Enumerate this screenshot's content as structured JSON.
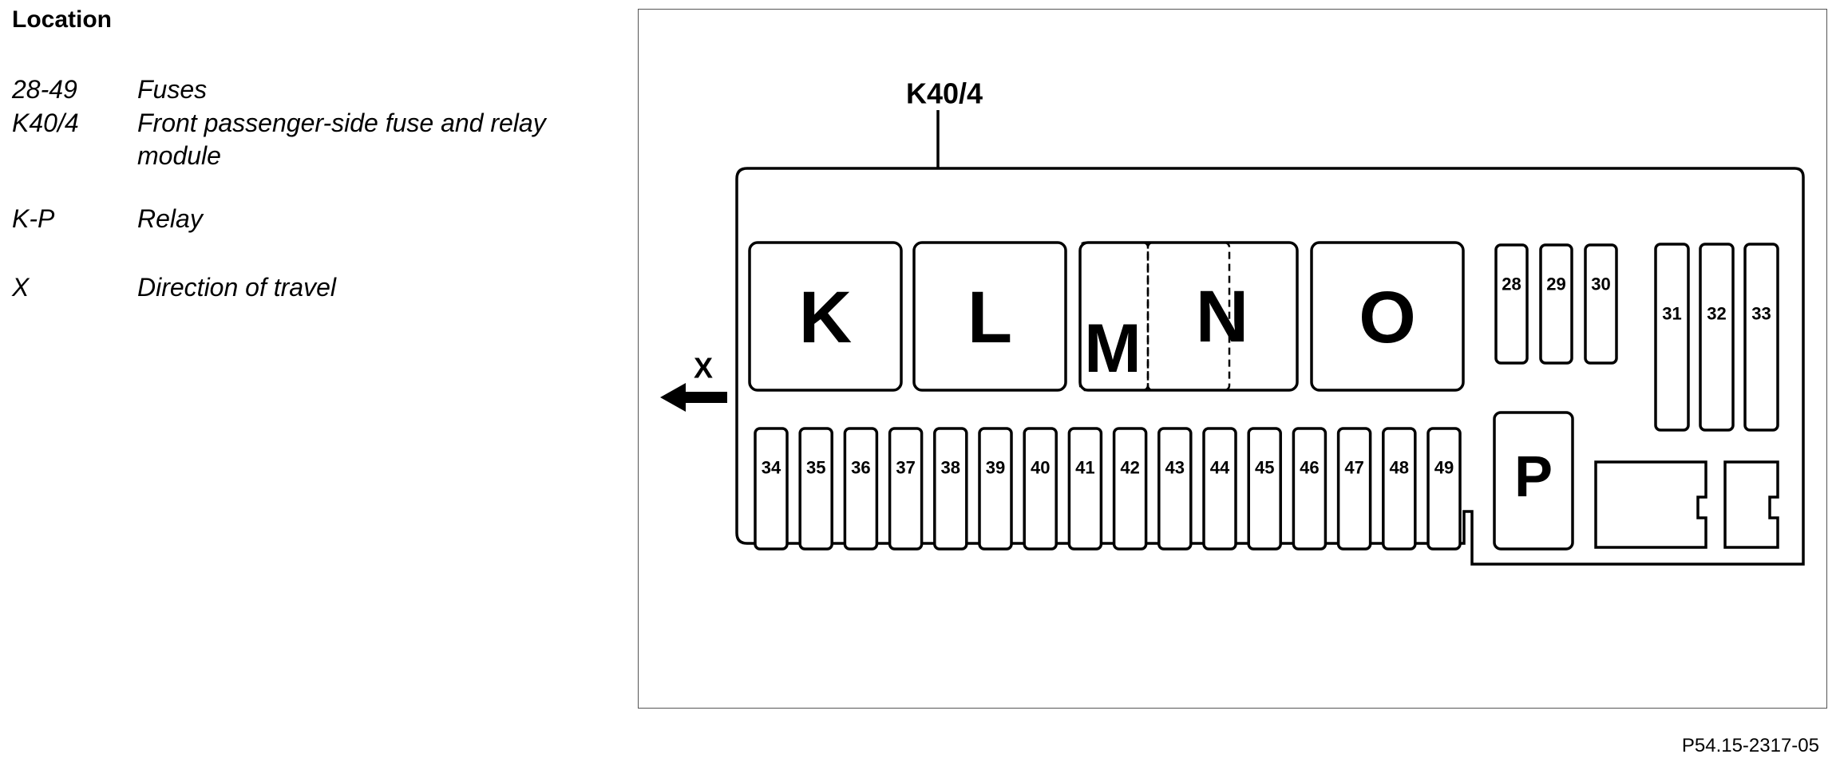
{
  "heading": "Location",
  "legend": [
    {
      "code": "28-49",
      "description": "Fuses"
    },
    {
      "code": "K40/4",
      "description": "Front passenger-side fuse and relay module"
    },
    {
      "code": "K-P",
      "description": "Relay"
    },
    {
      "code": "X",
      "description": "Direction of travel"
    }
  ],
  "diagram": {
    "module_label": "K40/4",
    "direction_label": "X",
    "relays_large": [
      "K",
      "L",
      "M",
      "N",
      "O"
    ],
    "relay_p": "P",
    "fuses_top_small": [
      "28",
      "29",
      "30"
    ],
    "fuses_top_tall": [
      "31",
      "32",
      "33"
    ],
    "fuses_bottom": [
      "34",
      "35",
      "36",
      "37",
      "38",
      "39",
      "40",
      "41",
      "42",
      "43",
      "44",
      "45",
      "46",
      "47",
      "48",
      "49"
    ]
  },
  "figure_id": "P54.15-2317-05"
}
